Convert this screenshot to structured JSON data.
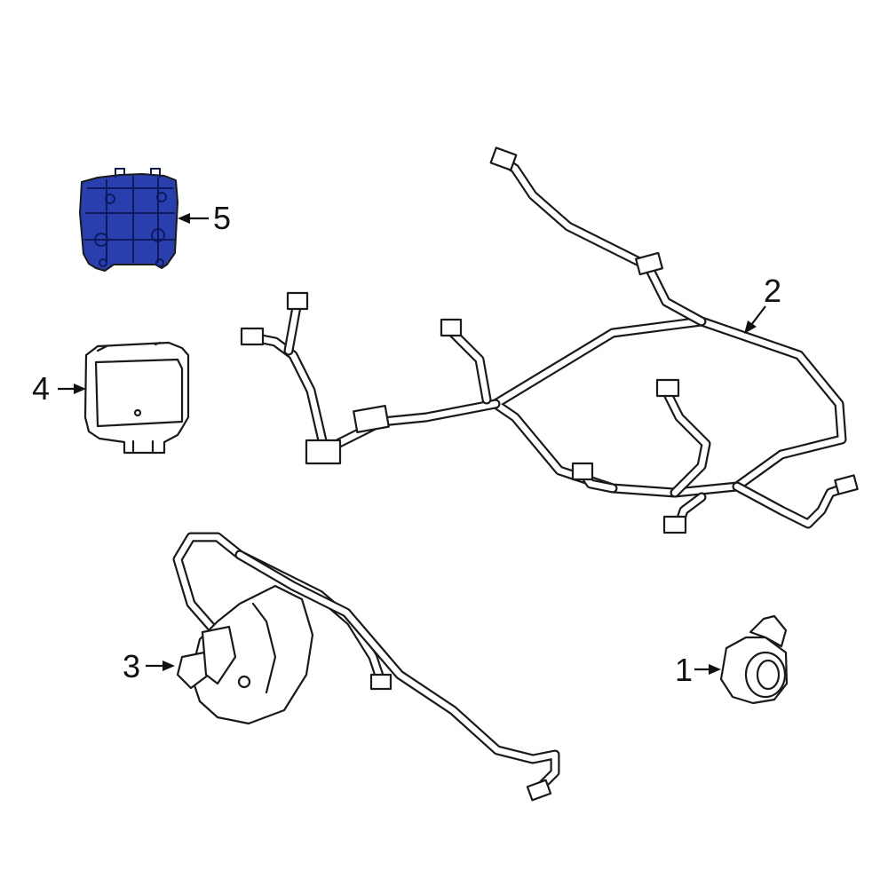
{
  "callouts": [
    {
      "id": "1",
      "label": "1"
    },
    {
      "id": "2",
      "label": "2"
    },
    {
      "id": "3",
      "label": "3"
    },
    {
      "id": "4",
      "label": "4"
    },
    {
      "id": "5",
      "label": "5"
    }
  ],
  "colors": {
    "highlight": "#2a3fae",
    "line": "#1a1a1a",
    "background": "#ffffff"
  }
}
